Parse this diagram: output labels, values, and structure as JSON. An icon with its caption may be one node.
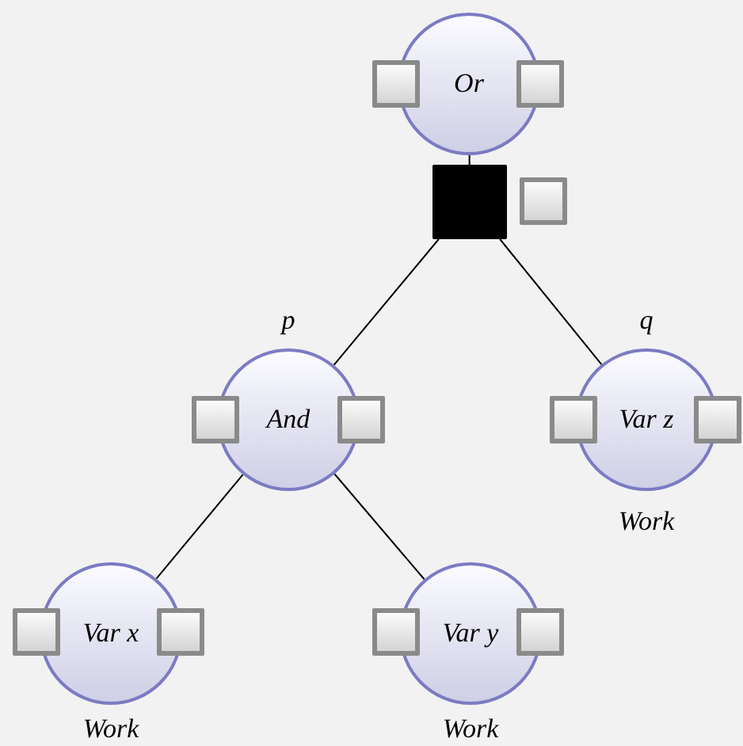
{
  "diagram": {
    "nodes": [
      {
        "text": [
          "Or"
        ]
      },
      {
        "text": [],
        "shape": "box"
      },
      {
        "text": [],
        "shape": "box"
      },
      {
        "text": [],
        "shape": "box"
      },
      {
        "text": [],
        "shape": "box"
      },
      {
        "text": [
          "And"
        ],
        "beside": [
          "p"
        ]
      },
      {
        "text": [],
        "shape": "box"
      },
      {
        "text": [],
        "shape": "box"
      },
      {
        "text": [
          "Var z"
        ],
        "beside": [
          "q",
          "Work"
        ]
      },
      {
        "text": [],
        "shape": "box"
      },
      {
        "text": [],
        "shape": "box"
      },
      {
        "text": [
          "Var x"
        ],
        "beside": [
          "Work"
        ]
      },
      {
        "text": [],
        "shape": "box"
      },
      {
        "text": [],
        "shape": "box"
      },
      {
        "text": [
          "Var y"
        ],
        "beside": [
          "Work"
        ]
      },
      {
        "text": [],
        "shape": "box"
      },
      {
        "text": [],
        "shape": "box"
      }
    ],
    "edges": [
      {
        "from": 0,
        "to": 3,
        "arrow": "none"
      },
      {
        "from": 3,
        "to": 5,
        "arrow": "none"
      },
      {
        "from": 3,
        "to": 8,
        "arrow": "none"
      },
      {
        "from": 5,
        "to": 11,
        "arrow": "none"
      },
      {
        "from": 5,
        "to": 14,
        "arrow": "none"
      }
    ]
  }
}
